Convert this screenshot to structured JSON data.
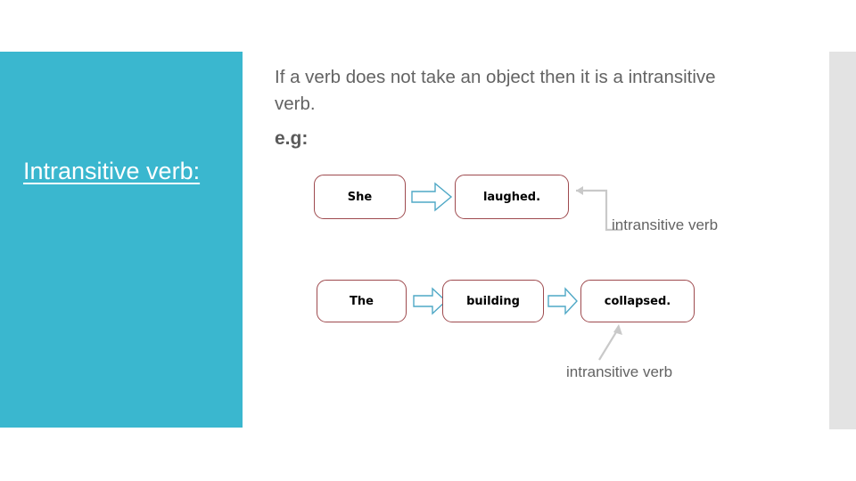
{
  "slide": {
    "side_panel": {
      "title": "Intransitive verb:",
      "background_color": "#3ab7cf",
      "text_color": "#ffffff"
    },
    "body": {
      "definition": "If a verb does not take an object then it is a intransitive verb.",
      "example_label": "e.g:"
    },
    "diagram": {
      "box_border_color": "#9e4a4e",
      "arrow_color": "#4fa8c6",
      "connector_color": "#c9c9c9",
      "rows": [
        {
          "boxes": [
            "She",
            "laughed."
          ],
          "annotation": "intransitive verb"
        },
        {
          "boxes": [
            "The",
            "building",
            "collapsed."
          ],
          "annotation": "intransitive verb"
        }
      ]
    },
    "right_strip": {
      "color": "#e3e3e3"
    }
  }
}
